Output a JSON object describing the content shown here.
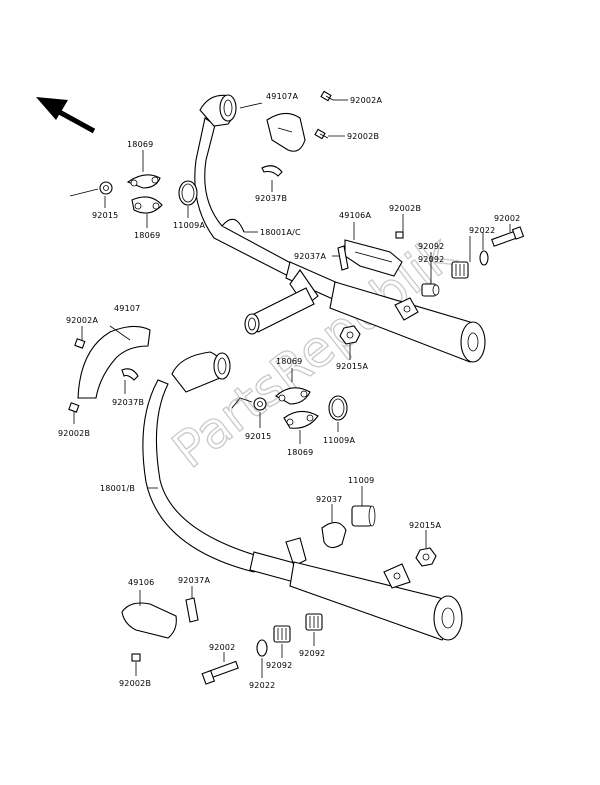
{
  "watermark": "PartsRepublik",
  "labels": {
    "l18069_a": "18069",
    "l92015_a": "92015",
    "l18069_b": "18069",
    "l11009A_a": "11009A",
    "l49107A": "49107A",
    "l92002A_a": "92002A",
    "l92002B_a": "92002B",
    "l92037B_a": "92037B",
    "l18001AC": "18001A/C",
    "l49106A": "49106A",
    "l92002B_b": "92002B",
    "l92037A_a": "92037A",
    "l92092_a": "92092",
    "l92022_a": "92022",
    "l92002_a": "92002",
    "l92092_b": "92092",
    "l92015A_a": "92015A",
    "l49107": "49107",
    "l92002A_b": "92002A",
    "l92037B_b": "92037B",
    "l92002B_c": "92002B",
    "l18069_c": "18069",
    "l92015_b": "92015",
    "l18069_d": "18069",
    "l11009A_b": "11009A",
    "l18001B": "18001/B",
    "l11009": "11009",
    "l92037": "92037",
    "l92015A_b": "92015A",
    "l49106": "49106",
    "l92037A_b": "92037A",
    "l92002_b": "92002",
    "l92022_b": "92022",
    "l92092_c": "92092",
    "l92092_d": "92092",
    "l92002B_d": "92002B"
  }
}
